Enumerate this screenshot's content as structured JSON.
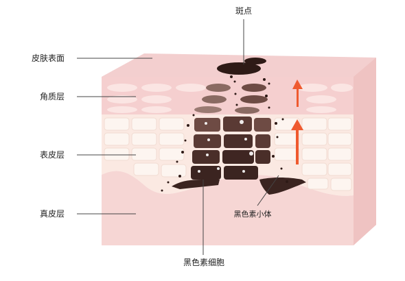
{
  "labels": {
    "spot": "斑点",
    "skin_surface": "皮肤表面",
    "stratum_corneum": "角质层",
    "epidermis": "表皮层",
    "dermis": "真皮层",
    "melanosome": "黑色素小体",
    "melanocyte": "黑色素细胞"
  },
  "colors": {
    "surface_top": "#f3cfcf",
    "surface_side": "#efbcbc",
    "corneum": "#f5cfcf",
    "corneum_cell": "#fbe5e3",
    "epidermis": "#fbe9e2",
    "epidermis_cell": "#fdf5f0",
    "dermis": "#f6d6d4",
    "dermis_side": "#efc3c2",
    "melanin_dark": "#3b2420",
    "melanin_mid": "#6e4b44",
    "melanin_light": "#9a7a72",
    "arrow": "#ef5a2f",
    "leader_line": "#444444"
  }
}
